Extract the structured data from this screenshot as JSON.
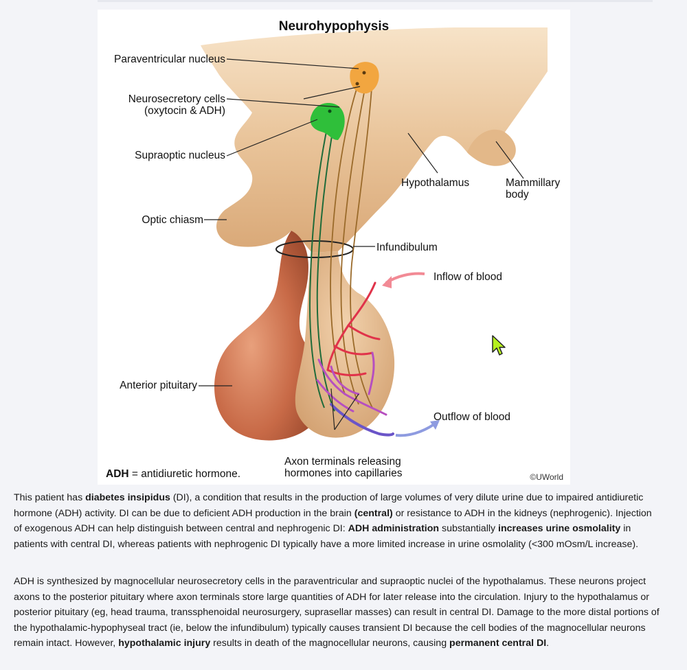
{
  "figure": {
    "title": "Neurohypophysis",
    "labels": {
      "paraventricular": "Paraventricular nucleus",
      "neurosecretory_1": "Neurosecretory cells",
      "neurosecretory_2": "(oxytocin & ADH)",
      "supraoptic": "Supraoptic nucleus",
      "optic_chiasm": "Optic chiasm",
      "hypothalamus": "Hypothalamus",
      "mammillary_1": "Mammillary",
      "mammillary_2": "body",
      "infundibulum": "Infundibulum",
      "inflow": "Inflow of blood",
      "outflow": "Outflow of blood",
      "anterior_pituitary": "Anterior pituitary",
      "axon_1": "Axon terminals releasing",
      "axon_2": "hormones into capillaries"
    },
    "footnote_term": "ADH",
    "footnote_def": "= antidiuretic hormone.",
    "copyright": "©UWorld",
    "colors": {
      "tissue": "#e9c49a",
      "pituitary": "#c86a47",
      "paraventricular": "#f2a640",
      "supraoptic": "#2fbf3a",
      "artery": "#e0334a",
      "vein": "#7a5ac8"
    }
  },
  "explanation": {
    "p1": [
      {
        "t": "This patient has ",
        "b": false
      },
      {
        "t": "diabetes insipidus",
        "b": true
      },
      {
        "t": " (DI), a condition that results in the production of large volumes of very dilute urine due to impaired antidiuretic hormone (ADH) activity.  DI can be due to deficient ADH production in the brain ",
        "b": false
      },
      {
        "t": "(central)",
        "b": true
      },
      {
        "t": " or resistance to ADH in the kidneys (nephrogenic).  Injection of exogenous ADH can help distinguish between central and nephrogenic DI: ",
        "b": false
      },
      {
        "t": "ADH administration",
        "b": true
      },
      {
        "t": " substantially ",
        "b": false
      },
      {
        "t": "increases urine osmolality",
        "b": true
      },
      {
        "t": " in patients with central DI, whereas patients with nephrogenic DI typically have a more limited increase in urine osmolality (<300 mOsm/L increase).",
        "b": false
      }
    ],
    "p2": [
      {
        "t": "ADH is synthesized by magnocellular neurosecretory cells in the paraventricular and supraoptic nuclei of the hypothalamus.  These neurons project axons to the posterior pituitary where axon terminals store large quantities of ADH for later release into the circulation.  Injury to the hypothalamus or posterior pituitary (eg, head trauma, transsphenoidal neurosurgery, suprasellar masses) can result in central DI.  Damage to the more distal portions of the hypothalamic-hypophyseal tract (ie, below the infundibulum) typically causes transient DI because the cell bodies of the magnocellular neurons remain intact.  However, ",
        "b": false
      },
      {
        "t": "hypothalamic injury",
        "b": true
      },
      {
        "t": " results in death of the magnocellular neurons, causing ",
        "b": false
      },
      {
        "t": "permanent central DI",
        "b": true
      },
      {
        "t": ".",
        "b": false
      }
    ]
  }
}
